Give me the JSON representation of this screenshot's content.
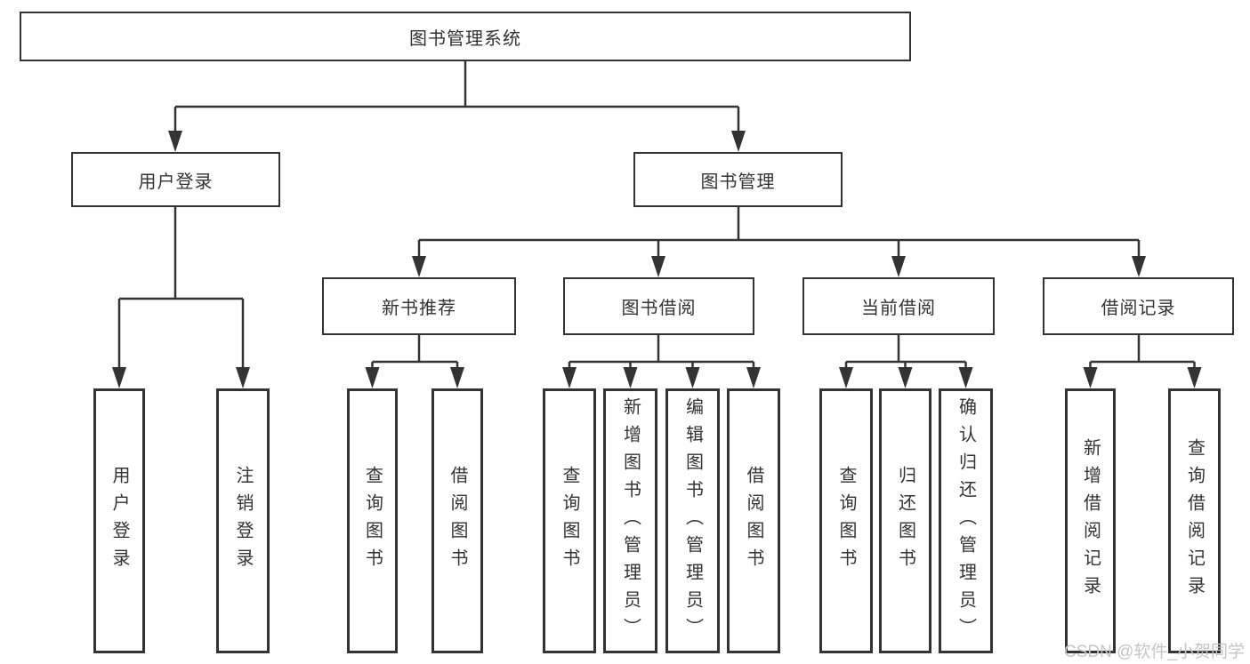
{
  "diagram": {
    "type": "hierarchy-diagram",
    "title": "图书管理系统",
    "colors": {
      "line": "#333333",
      "text": "#333333",
      "box_background": "#ffffff",
      "watermark": "#c7c3c7"
    },
    "tree": {
      "root": "图书管理系统",
      "branches": [
        {
          "label": "用户登录",
          "children": [
            "用户登录",
            "注销登录"
          ]
        },
        {
          "label": "图书管理",
          "sections": [
            {
              "label": "新书推荐",
              "children": [
                "查询图书",
                "借阅图书"
              ]
            },
            {
              "label": "图书借阅",
              "children": [
                "查询图书",
                "新增图书（管理员）",
                "编辑图书（管理员）",
                "借阅图书"
              ]
            },
            {
              "label": "当前借阅",
              "children": [
                "查询图书",
                "归还图书",
                "确认归还（管理员）"
              ]
            },
            {
              "label": "借阅记录",
              "children": [
                "新增借阅记录",
                "查询借阅记录"
              ]
            }
          ]
        }
      ]
    },
    "watermark": "CSDN @软件_小贺同学"
  }
}
